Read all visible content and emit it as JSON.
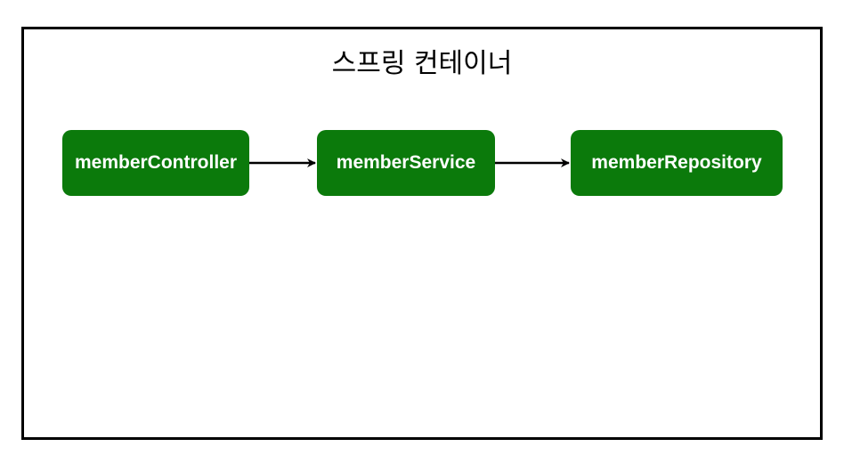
{
  "diagram": {
    "container": {
      "title": "스프링 컨테이너"
    },
    "nodes": [
      {
        "id": "memberController",
        "label": "memberController"
      },
      {
        "id": "memberService",
        "label": "memberService"
      },
      {
        "id": "memberRepository",
        "label": "memberRepository"
      }
    ],
    "edges": [
      {
        "from": "memberController",
        "to": "memberService"
      },
      {
        "from": "memberService",
        "to": "memberRepository"
      }
    ],
    "colors": {
      "node_fill": "#0b7a0b",
      "node_text": "#ffffff",
      "border": "#000000",
      "arrow": "#000000"
    }
  }
}
